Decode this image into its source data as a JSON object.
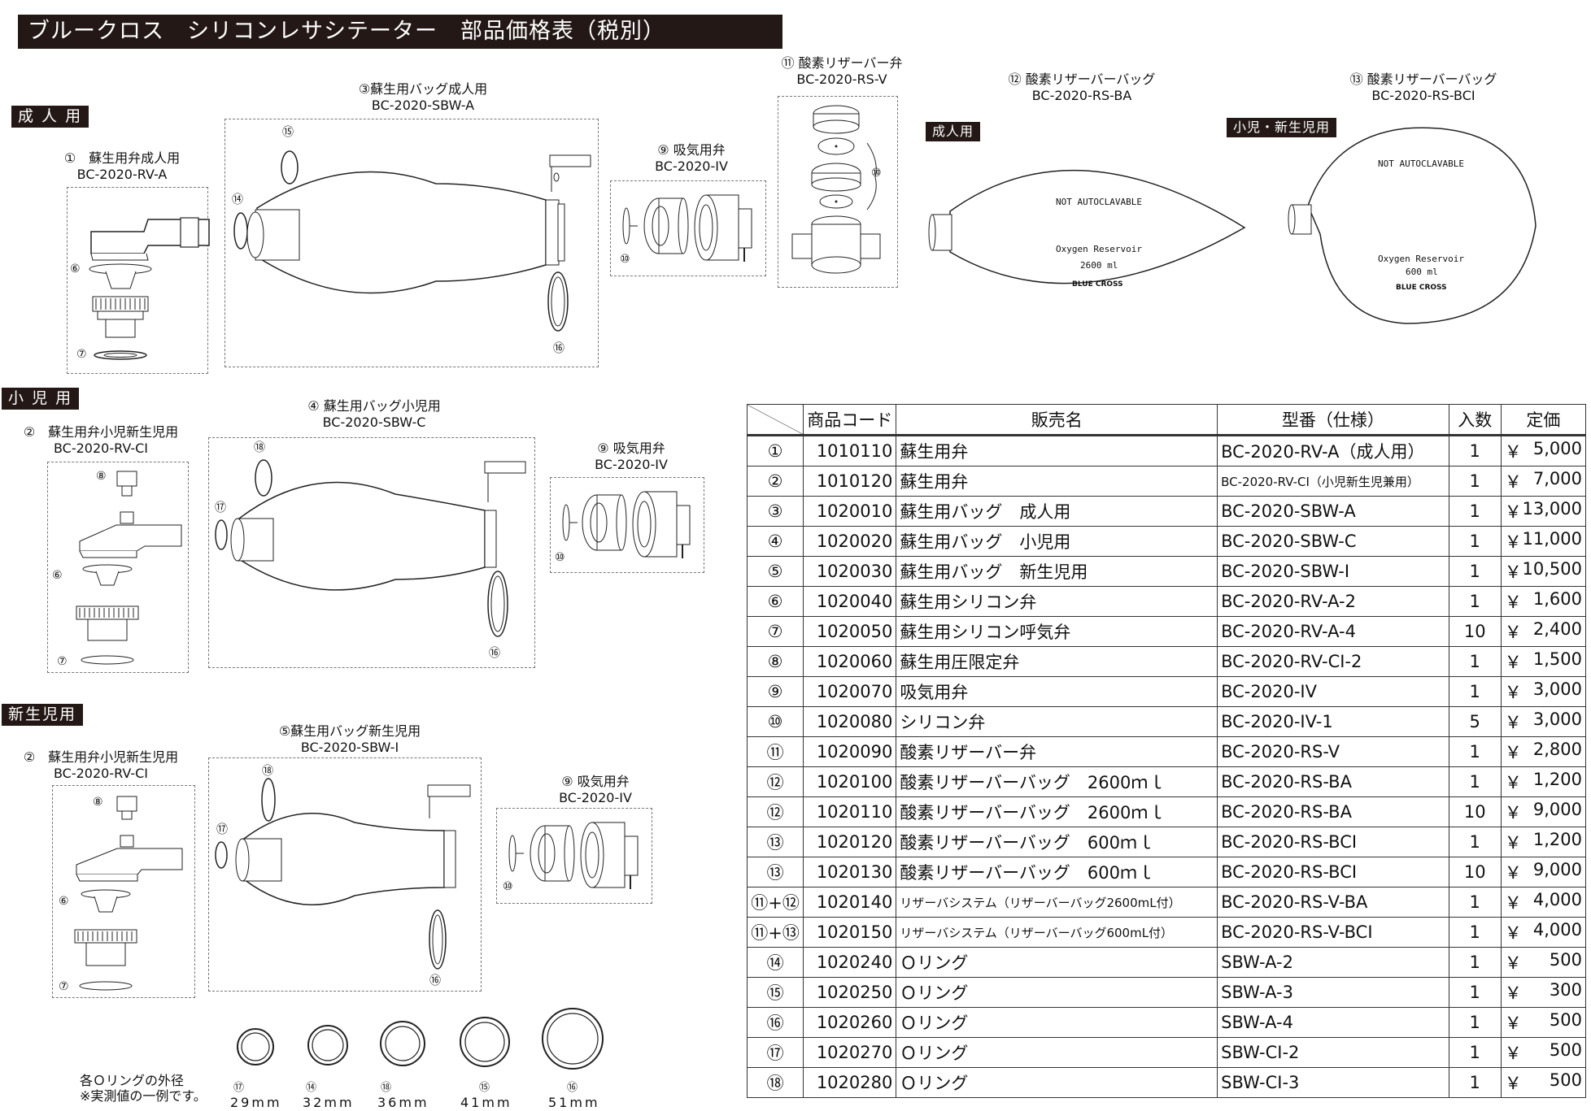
{
  "title": "ブルークロス　シリコンレサシテーター　部品価格表（税別）",
  "sections": {
    "adult": "成 人 用",
    "child": "小 児 用",
    "neonate": "新生児用"
  },
  "captions": {
    "rv_a": {
      "name": "①　蘇生用弁成人用",
      "model": "BC-2020-RV-A"
    },
    "sbw_a": {
      "name": "③蘇生用バッグ成人用",
      "model": "BC-2020-SBW-A"
    },
    "iv_1": {
      "name": "⑨ 吸気用弁",
      "model": "BC-2020-IV"
    },
    "rs_v": {
      "name": "⑪ 酸素リザーバー弁",
      "model": "BC-2020-RS-V"
    },
    "rs_ba": {
      "name": "⑫ 酸素リザーバーバッグ",
      "model": "BC-2020-RS-BA"
    },
    "rs_bci": {
      "name": "⑬ 酸素リザーバーバッグ",
      "model": "BC-2020-RS-BCI"
    },
    "rv_ci_1": {
      "name": "②　蘇生用弁小児新生児用",
      "model": "BC-2020-RV-CI"
    },
    "sbw_c": {
      "name": "④ 蘇生用バッグ小児用",
      "model": "BC-2020-SBW-C"
    },
    "iv_2": {
      "name": "⑨ 吸気用弁",
      "model": "BC-2020-IV"
    },
    "rv_ci_2": {
      "name": "②　蘇生用弁小児新生児用",
      "model": "BC-2020-RV-CI"
    },
    "sbw_i": {
      "name": "⑤蘇生用バッグ新生児用",
      "model": "BC-2020-SBW-I"
    },
    "iv_3": {
      "name": "⑨ 吸気用弁",
      "model": "BC-2020-IV"
    }
  },
  "bag_labels": {
    "adult_tag": "成人用",
    "child_tag": "小児・新生児用",
    "large": {
      "line1": "NOT AUTOCLAVABLE",
      "line2": "Oxygen Reservoir",
      "line3": "2600 ml",
      "brand": "BLUE CROSS"
    },
    "small": {
      "line1": "NOT AUTOCLAVABLE",
      "line2": "Oxygen Reservoir",
      "line3": "600 ml",
      "brand": "BLUE CROSS"
    }
  },
  "part_marks": {
    "n6": "⑥",
    "n7": "⑦",
    "n8": "⑧",
    "n10": "⑩",
    "n14": "⑭",
    "n15": "⑮",
    "n16": "⑯",
    "n17": "⑰",
    "n18": "⑱"
  },
  "oring_note": {
    "line1": "各Ｏリングの外径",
    "line2": "※実測値の一例です。",
    "rings": [
      {
        "mark": "⑰",
        "size": "29mm"
      },
      {
        "mark": "⑭",
        "size": "32mm"
      },
      {
        "mark": "⑱",
        "size": "36mm"
      },
      {
        "mark": "⑮",
        "size": "41mm"
      },
      {
        "mark": "⑯",
        "size": "51mm"
      }
    ]
  },
  "table": {
    "headers": [
      "",
      "商品コード",
      "販売名",
      "型番（仕様）",
      "入数",
      "定価"
    ],
    "currency": "￥",
    "rows": [
      {
        "no": "①",
        "code": "1010110",
        "name": "蘇生用弁",
        "model": "BC-2020-RV-A（成人用）",
        "qty": "1",
        "price": "5,000"
      },
      {
        "no": "②",
        "code": "1010120",
        "name": "蘇生用弁",
        "model": "BC-2020-RV-CI（小児新生児兼用）",
        "qty": "1",
        "price": "7,000"
      },
      {
        "no": "③",
        "code": "1020010",
        "name": "蘇生用バッグ　成人用",
        "model": "BC-2020-SBW-A",
        "qty": "1",
        "price": "13,000"
      },
      {
        "no": "④",
        "code": "1020020",
        "name": "蘇生用バッグ　小児用",
        "model": "BC-2020-SBW-C",
        "qty": "1",
        "price": "11,000"
      },
      {
        "no": "⑤",
        "code": "1020030",
        "name": "蘇生用バッグ　新生児用",
        "model": "BC-2020-SBW-I",
        "qty": "1",
        "price": "10,500"
      },
      {
        "no": "⑥",
        "code": "1020040",
        "name": "蘇生用シリコン弁",
        "model": "BC-2020-RV-A-2",
        "qty": "1",
        "price": "1,600"
      },
      {
        "no": "⑦",
        "code": "1020050",
        "name": "蘇生用シリコン呼気弁",
        "model": "BC-2020-RV-A-4",
        "qty": "10",
        "price": "2,400"
      },
      {
        "no": "⑧",
        "code": "1020060",
        "name": "蘇生用圧限定弁",
        "model": "BC-2020-RV-CI-2",
        "qty": "1",
        "price": "1,500"
      },
      {
        "no": "⑨",
        "code": "1020070",
        "name": "吸気用弁",
        "model": "BC-2020-IV",
        "qty": "1",
        "price": "3,000"
      },
      {
        "no": "⑩",
        "code": "1020080",
        "name": "シリコン弁",
        "model": "BC-2020-IV-1",
        "qty": "5",
        "price": "3,000"
      },
      {
        "no": "⑪",
        "code": "1020090",
        "name": "酸素リザーバー弁",
        "model": "BC-2020-RS-V",
        "qty": "1",
        "price": "2,800"
      },
      {
        "no": "⑫",
        "code": "1020100",
        "name": "酸素リザーバーバッグ　2600ｍｌ",
        "model": "BC-2020-RS-BA",
        "qty": "1",
        "price": "1,200"
      },
      {
        "no": "⑫",
        "code": "1020110",
        "name": "酸素リザーバーバッグ　2600ｍｌ",
        "model": "BC-2020-RS-BA",
        "qty": "10",
        "price": "9,000"
      },
      {
        "no": "⑬",
        "code": "1020120",
        "name": "酸素リザーバーバッグ　600ｍｌ",
        "model": "BC-2020-RS-BCI",
        "qty": "1",
        "price": "1,200"
      },
      {
        "no": "⑬",
        "code": "1020130",
        "name": "酸素リザーバーバッグ　600ｍｌ",
        "model": "BC-2020-RS-BCI",
        "qty": "10",
        "price": "9,000"
      },
      {
        "no": "⑪+⑫",
        "code": "1020140",
        "name": "リザーバシステム（リザーバーバッグ2600mL付）",
        "model": "BC-2020-RS-V-BA",
        "qty": "1",
        "price": "4,000"
      },
      {
        "no": "⑪+⑬",
        "code": "1020150",
        "name": "リザーバシステム（リザーバーバッグ600mL付）",
        "model": "BC-2020-RS-V-BCI",
        "qty": "1",
        "price": "4,000"
      },
      {
        "no": "⑭",
        "code": "1020240",
        "name": "Ｏリング",
        "model": "SBW-A-2",
        "qty": "1",
        "price": "500"
      },
      {
        "no": "⑮",
        "code": "1020250",
        "name": "Ｏリング",
        "model": "SBW-A-3",
        "qty": "1",
        "price": "300"
      },
      {
        "no": "⑯",
        "code": "1020260",
        "name": "Ｏリング",
        "model": "SBW-A-4",
        "qty": "1",
        "price": "500"
      },
      {
        "no": "⑰",
        "code": "1020270",
        "name": "Ｏリング",
        "model": "SBW-CI-2",
        "qty": "1",
        "price": "500"
      },
      {
        "no": "⑱",
        "code": "1020280",
        "name": "Ｏリング",
        "model": "SBW-CI-3",
        "qty": "1",
        "price": "500"
      }
    ]
  }
}
